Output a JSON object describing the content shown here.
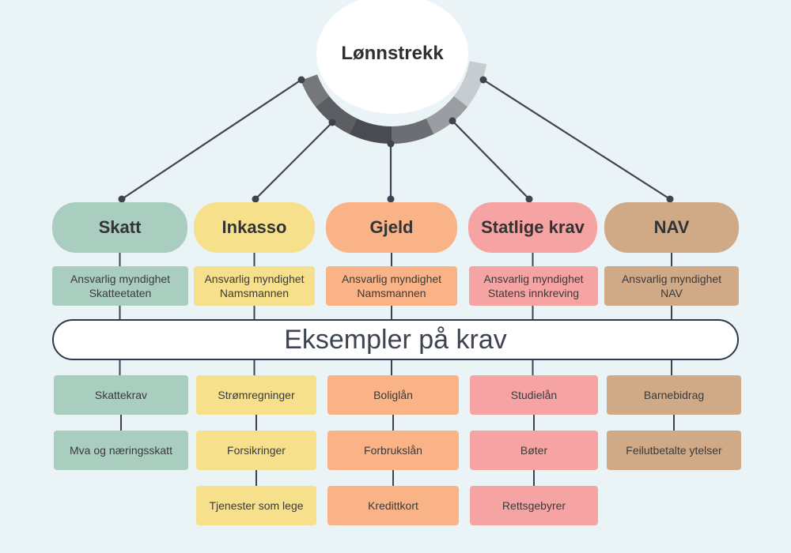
{
  "hub": {
    "title": "Lønnstrekk"
  },
  "banner": {
    "text": "Eksempler på krav"
  },
  "columns": [
    {
      "title": "Skatt",
      "authority_label": "Ansvarlig myndighet",
      "authority": "Skatteetaten",
      "color": "#a9cdbf",
      "examples": [
        "Skattekrav",
        "Mva og næringsskatt"
      ]
    },
    {
      "title": "Inkasso",
      "authority_label": "Ansvarlig myndighet",
      "authority": "Namsmannen",
      "color": "#f7e08b",
      "examples": [
        "Strømregninger",
        "Forsikringer",
        "Tjenester som lege"
      ]
    },
    {
      "title": "Gjeld",
      "authority_label": "Ansvarlig myndighet",
      "authority": "Namsmannen",
      "color": "#f9b386",
      "examples": [
        "Boliglån",
        "Forbrukslån",
        "Kredittkort"
      ]
    },
    {
      "title": "Statlige krav",
      "authority_label": "Ansvarlig myndighet",
      "authority": "Statens innkreving",
      "color": "#f6a3a3",
      "examples": [
        "Studielån",
        "Bøter",
        "Rettsgebyrer"
      ]
    },
    {
      "title": "NAV",
      "authority_label": "Ansvarlig myndighet",
      "authority": "NAV",
      "color": "#d0aa87",
      "examples": [
        "Barnebidrag",
        "Feilutbetalte ytelser"
      ]
    }
  ],
  "colors": {
    "background": "#eaf4f6",
    "connector": "#3d4450",
    "ring": [
      "#76777b",
      "#5d5e63",
      "#4a4b50",
      "#6d6e73",
      "#9a9da1",
      "#c7ccd0"
    ]
  }
}
